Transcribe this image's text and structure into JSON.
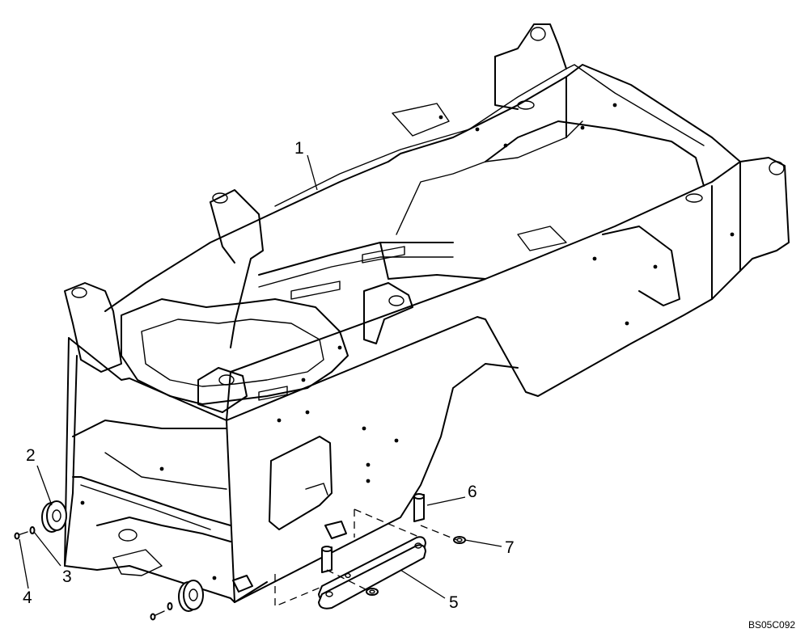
{
  "diagram": {
    "callouts": [
      "1",
      "2",
      "3",
      "4",
      "5",
      "6",
      "7"
    ],
    "drawing_code": "BS05C092"
  }
}
